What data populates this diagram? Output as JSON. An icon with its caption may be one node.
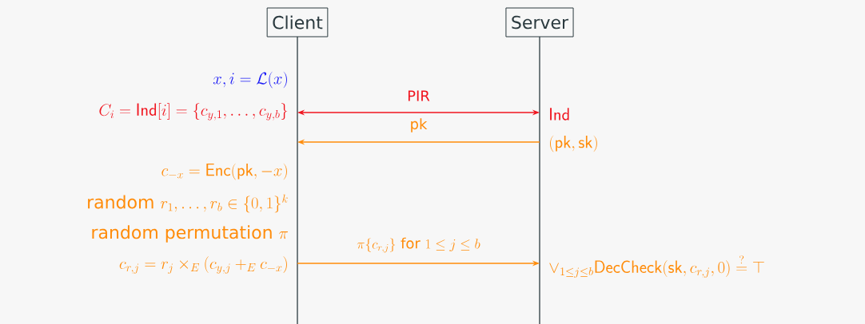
{
  "diagram": {
    "nodes": [
      {
        "text": [
          "Client"
        ]
      },
      {
        "text": [
          "Server"
        ]
      }
    ],
    "edges": [
      {
        "from": 0,
        "to": 1,
        "arrow": "both",
        "label": "PIR",
        "color": "#f0141e"
      },
      {
        "from": 1,
        "to": 0,
        "arrow": "to",
        "label": "pk"
      },
      {
        "from": 0,
        "to": 1,
        "arrow": "to",
        "label": "\\pi\\{c_{r,j}\\}\\text{ for }1\\leq j\\leq b"
      }
    ],
    "labels": [
      "x, i = \\mathcal{L}(x)",
      "C_i = \\mathsf{Ind}[i] = \\{c_{y,1},\\ldots,c_{y,b}\\}",
      "\\mathsf{Ind}",
      "(\\mathsf{pk},\\mathsf{sk})",
      "c_{-x} = \\mathsf{Enc}(\\mathsf{pk},-x)",
      "\\text{random }r_1,\\ldots,r_b\\in\\{0,1\\}^k",
      "\\text{random permutation }\\pi",
      "c_{r,j} = r_j \\times_E (c_{y,j} +_E c_{-x})",
      "\\vee_{1\\leq j\\leq b}\\mathsf{DecCheck}(\\mathsf{sk},c_{r,j},0)\\overset{?}{=}\\top"
    ]
  }
}
